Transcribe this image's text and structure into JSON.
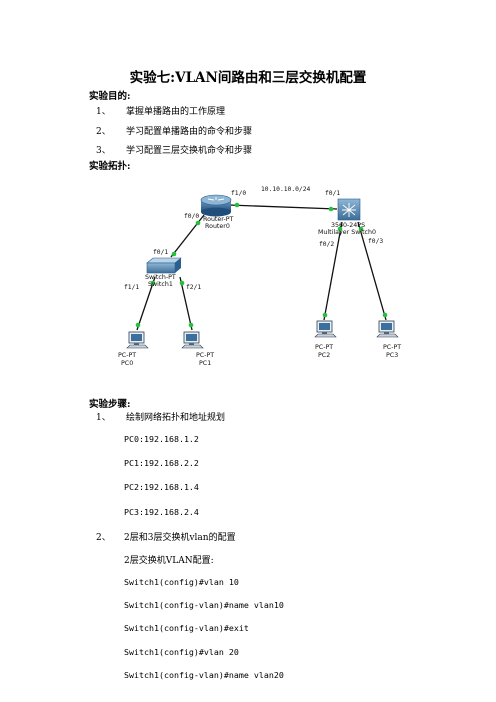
{
  "title": "实验七:VLAN间路由和三层交换机配置",
  "objectives": {
    "heading": "实验目的:",
    "items": [
      {
        "num": "1、",
        "text": "掌握单播路由的工作原理"
      },
      {
        "num": "2、",
        "text": "学习配置单播路由的命令和步骤"
      },
      {
        "num": "3、",
        "text": "学习配置三层交换机命令和步骤"
      }
    ]
  },
  "topology": {
    "heading": "实验拓扑:",
    "network_label": "10.10.10.0/24",
    "router": {
      "label1": "Router-PT",
      "label2": "Router0",
      "ports": [
        "f1/0",
        "f0/0"
      ]
    },
    "multilayer": {
      "label1": "3560-24PS",
      "label2": "Multilayer Switch0",
      "ports": [
        "f0/1",
        "f0/2",
        "f0/3"
      ]
    },
    "switch": {
      "label1": "Switch-PT",
      "label2": "Switch1",
      "ports": [
        "f0/1",
        "f1/1",
        "f2/1"
      ]
    },
    "pcs": [
      {
        "label1": "PC-PT",
        "label2": "PC0"
      },
      {
        "label1": "PC-PT",
        "label2": "PC1"
      },
      {
        "label1": "PC-PT",
        "label2": "PC2"
      },
      {
        "label1": "PC-PT",
        "label2": "PC3"
      }
    ],
    "colors": {
      "link": "#111111",
      "port_dot": "#22c33a",
      "device_blue": "#2b5f8f"
    }
  },
  "steps": {
    "heading": "实验步骤:",
    "step1": {
      "num": "1、",
      "text": "绘制网络拓扑和地址规划"
    },
    "addresses": [
      "PC0:192.168.1.2",
      "PC1:192.168.2.2",
      "PC2:192.168.1.4",
      "PC3:192.168.2.4"
    ],
    "step2": {
      "num": "2、",
      "text": "2层和3层交换机vlan的配置"
    },
    "sub_title": "2层交换机VLAN配置:",
    "commands": [
      "Switch1(config)#vlan 10",
      "Switch1(config-vlan)#name vlan10",
      "Switch1(config-vlan)#exit",
      "Switch1(config)#vlan 20",
      "Switch1(config-vlan)#name vlan20"
    ]
  }
}
